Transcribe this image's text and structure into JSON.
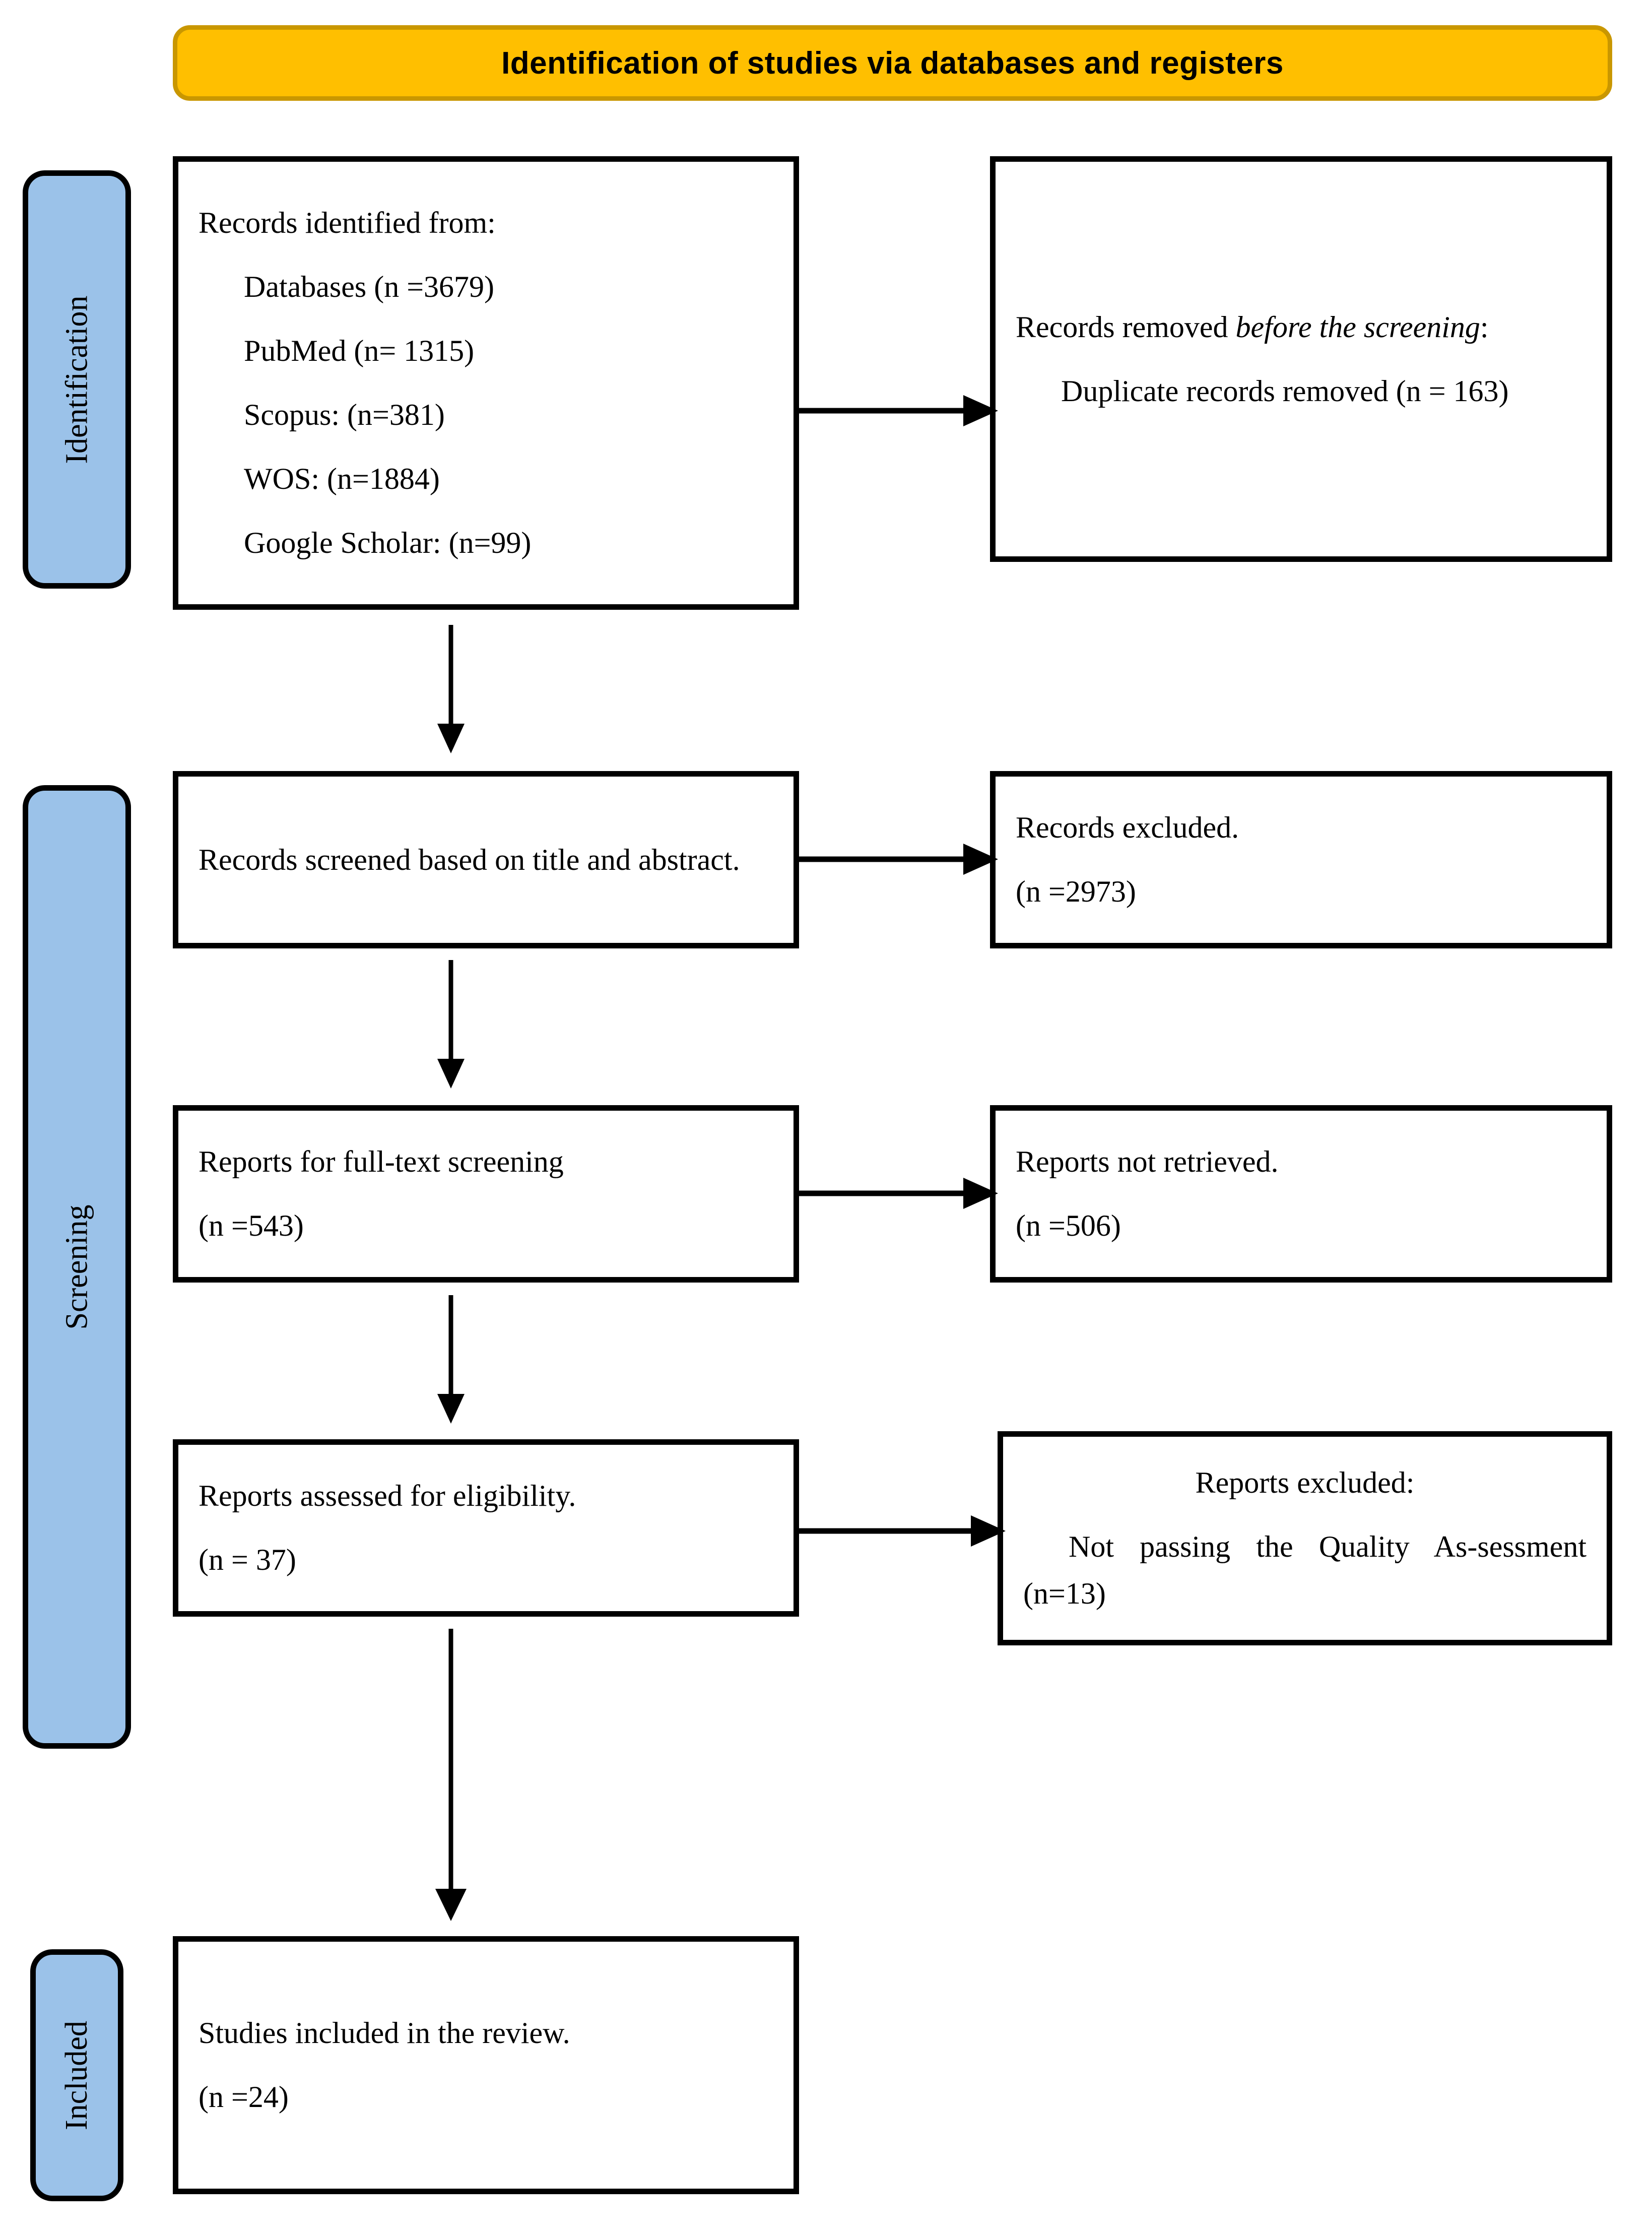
{
  "banner": {
    "title": "Identification of studies via databases and registers",
    "fill_color": "#FFBF00",
    "border_color": "#C99700"
  },
  "side_labels": {
    "fill_color": "#9BC2E9",
    "identification": "Identification",
    "screening": "Screening",
    "included": "Included"
  },
  "boxes": {
    "identified": {
      "heading": "Records identified from:",
      "items": [
        "Databases (n =3679)",
        "PubMed (n= 1315)",
        "Scopus: (n=381)",
        "WOS: (n=1884)",
        "Google Scholar: (n=99)"
      ]
    },
    "removed": {
      "line1_a": "Records removed ",
      "line1_italic": "before the screening",
      "line1_b": ":",
      "detail": "Duplicate records removed (n = 163)"
    },
    "screened": {
      "line1": "Records screened based on title and abstract."
    },
    "excluded_screened": {
      "line1": "Records excluded.",
      "line2": "(n =2973)"
    },
    "fulltext": {
      "line1": "Reports for full-text screening",
      "line2": "(n =543)"
    },
    "not_retrieved": {
      "line1": "Reports not retrieved.",
      "line2": "(n =506)"
    },
    "eligible": {
      "line1": "Reports assessed for eligibility.",
      "line2": "(n = 37)"
    },
    "excluded_quality": {
      "line1": "Reports excluded:",
      "line2": "Not passing the Quality As-sessment (n=13)"
    },
    "included": {
      "line1": "Studies included in the review.",
      "line2": "(n =24)"
    }
  },
  "icons": {
    "arrow_down": "arrow-down-icon",
    "arrow_right": "arrow-right-icon"
  }
}
